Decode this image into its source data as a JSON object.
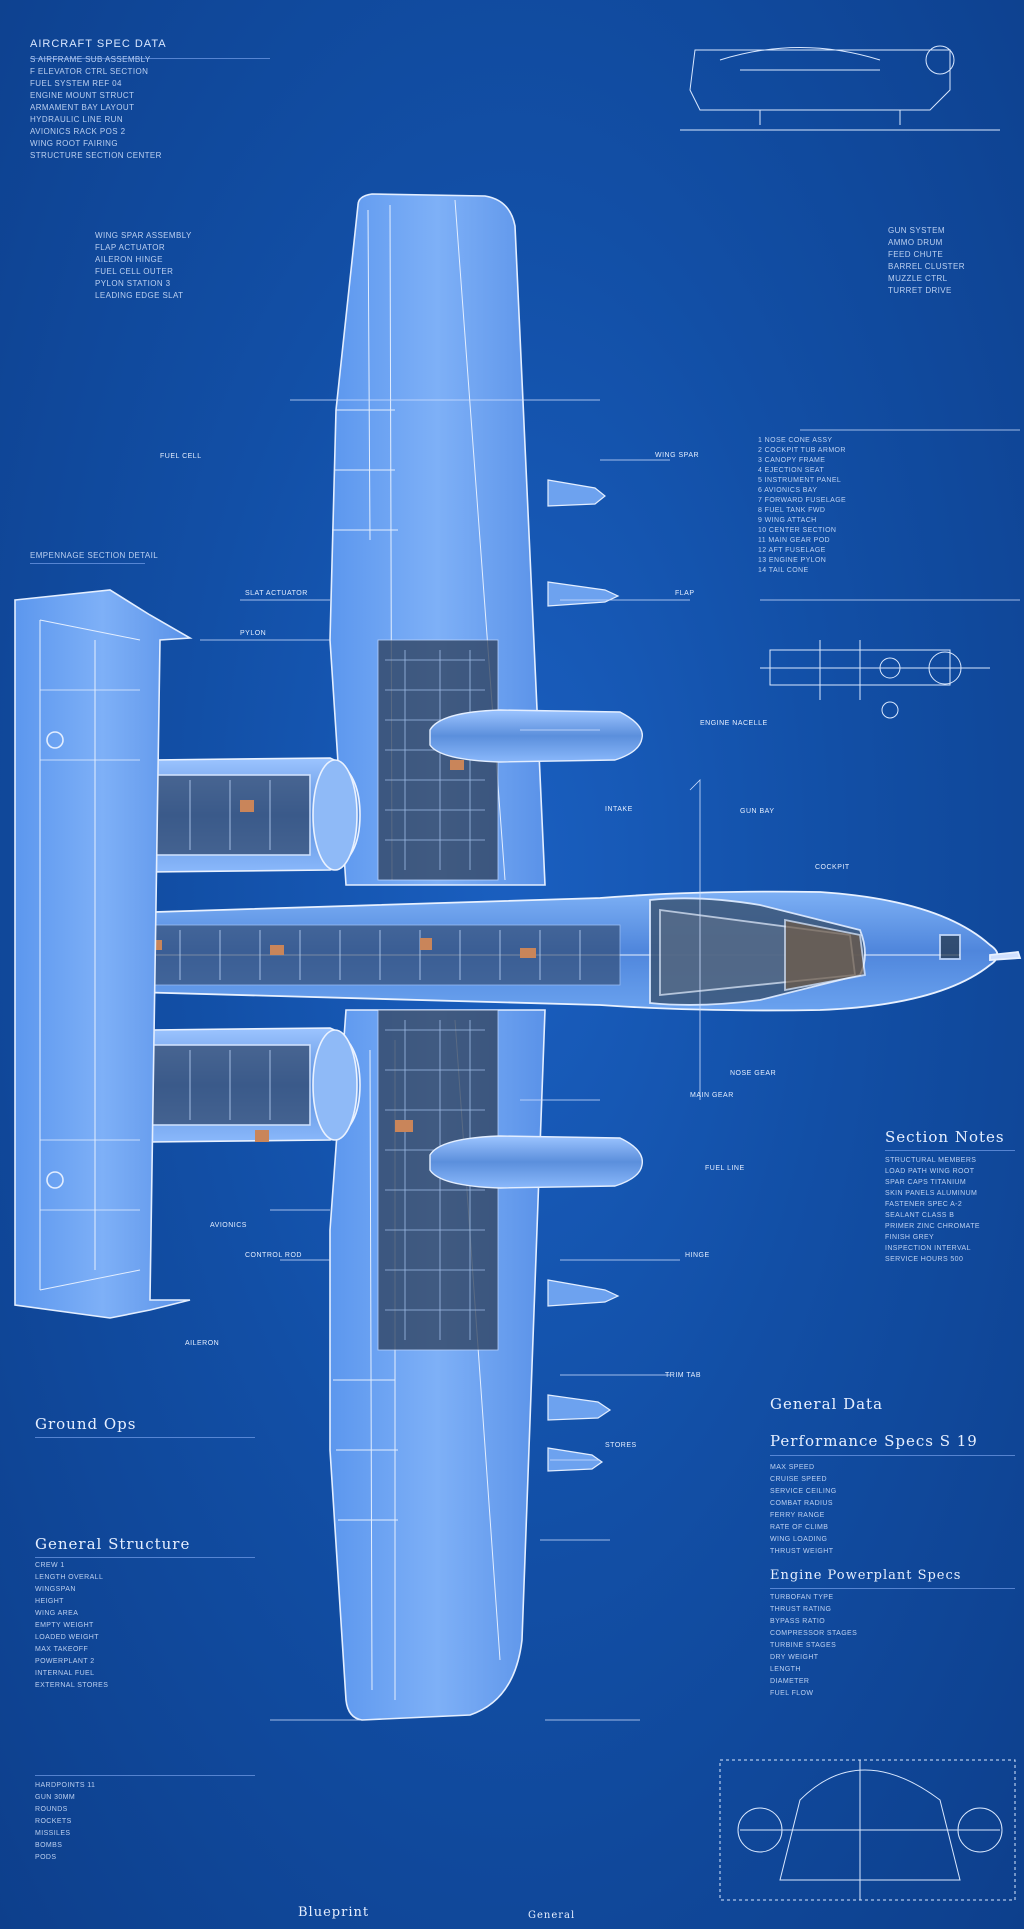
{
  "blocks": {
    "tl_title": "AIRCRAFT SPEC DATA",
    "tl_lines": [
      "S  AIRFRAME SUB ASSEMBLY",
      "  F  ELEVATOR  CTRL SECTION",
      "  FUEL SYSTEM  REF 04",
      "  ENGINE MOUNT  STRUCT",
      "  ARMAMENT BAY  LAYOUT",
      "  HYDRAULIC LINE RUN",
      "  AVIONICS RACK POS 2",
      "  WING ROOT FAIRING",
      "  STRUCTURE SECTION  CENTER"
    ],
    "left_mid_lines": [
      "WING SPAR ASSEMBLY",
      "FLAP ACTUATOR",
      "AILERON HINGE",
      "FUEL CELL OUTER",
      "PYLON STATION 3",
      "LEADING EDGE SLAT"
    ],
    "left_tail_label": "EMPENNAGE SECTION DETAIL",
    "right_lines_1": [
      "GUN SYSTEM",
      "AMMO DRUM",
      "FEED CHUTE",
      "BARREL CLUSTER",
      "MUZZLE CTRL",
      "TURRET DRIVE"
    ],
    "right_lines_2": [
      "1  NOSE CONE  ASSY",
      "2  COCKPIT TUB  ARMOR",
      "3  CANOPY FRAME",
      "4  EJECTION SEAT",
      "5  INSTRUMENT PANEL",
      "6  AVIONICS BAY",
      "7  FORWARD FUSELAGE",
      "8  FUEL TANK FWD",
      "9  WING ATTACH",
      "10 CENTER SECTION",
      "11 MAIN GEAR POD",
      "12 AFT FUSELAGE",
      "13 ENGINE PYLON",
      "14 TAIL CONE"
    ],
    "right_sub_title": "Section Notes",
    "right_lines_3": [
      "STRUCTURAL MEMBERS",
      "LOAD PATH  WING  ROOT",
      "SPAR CAPS  TITANIUM",
      "SKIN PANELS  ALUMINUM",
      "FASTENER SPEC  A-2",
      "SEALANT  CLASS B",
      "PRIMER  ZINC CHROMATE",
      "FINISH  GREY",
      "INSPECTION INTERVAL",
      "SERVICE  HOURS 500"
    ],
    "right_big_1": "General Data",
    "right_big_2": "Performance Specs S 19",
    "right_lines_4": [
      "MAX SPEED",
      "CRUISE SPEED",
      "SERVICE CEILING",
      "COMBAT RADIUS",
      "FERRY RANGE",
      "RATE OF CLIMB",
      "WING LOADING",
      "THRUST WEIGHT"
    ],
    "right_big_3": "Engine Powerplant Specs",
    "right_lines_5": [
      "TURBOFAN TYPE",
      "THRUST RATING",
      "BYPASS RATIO",
      "COMPRESSOR STAGES",
      "TURBINE STAGES",
      "DRY WEIGHT",
      "LENGTH",
      "DIAMETER",
      "FUEL FLOW"
    ],
    "left_big_1": "Ground Ops",
    "left_big_2": "General Structure",
    "left_lines_6": [
      "CREW  1",
      "LENGTH OVERALL",
      "WINGSPAN",
      "HEIGHT",
      "WING AREA",
      "EMPTY WEIGHT",
      "LOADED WEIGHT",
      "MAX TAKEOFF",
      "POWERPLANT  2",
      "INTERNAL FUEL",
      "EXTERNAL STORES"
    ],
    "left_lines_7": [
      "HARDPOINTS  11",
      "GUN  30MM",
      "ROUNDS",
      "ROCKETS",
      "MISSILES",
      "BOMBS",
      "PODS"
    ],
    "bottom_label": "Blueprint",
    "bottom_label_2": "General"
  },
  "leaders": [
    "FUEL CELL",
    "WING SPAR",
    "SLAT ACTUATOR",
    "FLAP",
    "PYLON",
    "ENGINE NACELLE",
    "INTAKE",
    "GUN BAY",
    "COCKPIT",
    "NOSE GEAR",
    "MAIN GEAR",
    "FUEL LINE",
    "AVIONICS",
    "CONTROL ROD",
    "HINGE",
    "AILERON",
    "TRIM TAB",
    "STORES"
  ],
  "colors": {
    "background": "#124fa6",
    "line": "#d9e8ff",
    "fill": "#4f8ae6",
    "interior_warm": "#c9855a"
  }
}
